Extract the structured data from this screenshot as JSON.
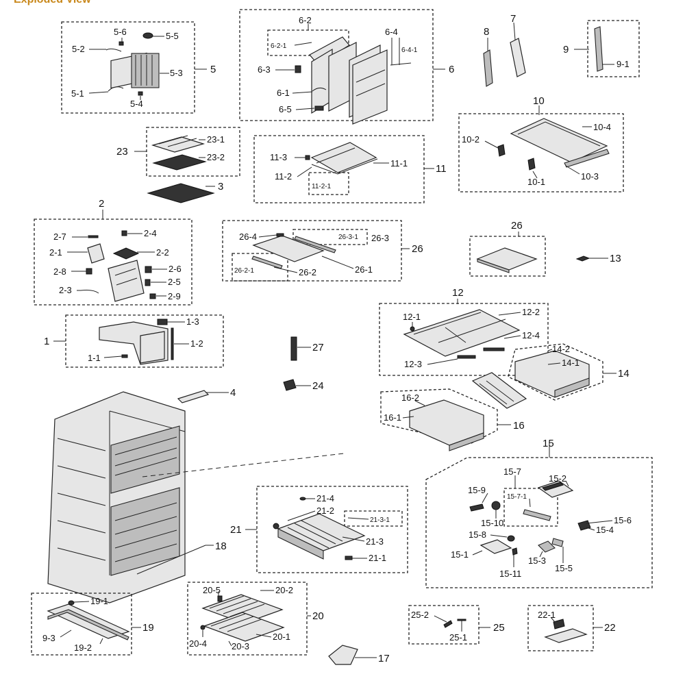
{
  "header": {
    "title": "Exploded View"
  },
  "labels": {
    "g1": "1",
    "g1_1": "1-1",
    "g1_2": "1-2",
    "g1_3": "1-3",
    "g2": "2",
    "g2_1": "2-1",
    "g2_2": "2-2",
    "g2_3": "2-3",
    "g2_4": "2-4",
    "g2_5": "2-5",
    "g2_6": "2-6",
    "g2_7": "2-7",
    "g2_8": "2-8",
    "g2_9": "2-9",
    "g3": "3",
    "g4": "4",
    "g5": "5",
    "g5_1": "5-1",
    "g5_2": "5-2",
    "g5_3": "5-3",
    "g5_4": "5-4",
    "g5_5": "5-5",
    "g5_6": "5-6",
    "g6": "6",
    "g6_1": "6-1",
    "g6_2": "6-2",
    "g6_2_1": "6-2-1",
    "g6_3": "6-3",
    "g6_4": "6-4",
    "g6_4_1": "6-4-1",
    "g6_5": "6-5",
    "g7": "7",
    "g8": "8",
    "g9": "9",
    "g9_1": "9-1",
    "g10": "10",
    "g10_1": "10-1",
    "g10_2": "10-2",
    "g10_3": "10-3",
    "g10_4": "10-4",
    "g11": "11",
    "g11_1": "11-1",
    "g11_2": "11-2",
    "g11_2_1": "11-2-1",
    "g11_3": "11-3",
    "g12": "12",
    "g12_1": "12-1",
    "g12_2": "12-2",
    "g12_3": "12-3",
    "g12_4": "12-4",
    "g13": "13",
    "g14": "14",
    "g14_1": "14-1",
    "g14_2": "14-2",
    "g15": "15",
    "g15_1": "15-1",
    "g15_2": "15-2",
    "g15_3": "15-3",
    "g15_4": "15-4",
    "g15_5": "15-5",
    "g15_6": "15-6",
    "g15_7": "15-7",
    "g15_7_1": "15-7-1",
    "g15_8": "15-8",
    "g15_9": "15-9",
    "g15_10": "15-10",
    "g15_11": "15-11",
    "g16": "16",
    "g16_1": "16-1",
    "g16_2": "16-2",
    "g17": "17",
    "g18": "18",
    "g19": "19",
    "g19_1": "19-1",
    "g19_2": "19-2",
    "g19_3": "9-3",
    "g20": "20",
    "g20_1": "20-1",
    "g20_2": "20-2",
    "g20_3": "20-3",
    "g20_4": "20-4",
    "g20_5": "20-5",
    "g21": "21",
    "g21_1": "21-1",
    "g21_2": "21-2",
    "g21_3": "21-3",
    "g21_3_1": "21-3-1",
    "g21_4": "21-4",
    "g22": "22",
    "g22_1": "22-1",
    "g23": "23",
    "g23_1": "23-1",
    "g23_2": "23-2",
    "g24": "24",
    "g25": "25",
    "g25_1": "25-1",
    "g25_2": "25-2",
    "g26": "26",
    "g26_1": "26-1",
    "g26_2": "26-2",
    "g26_2_1": "26-2-1",
    "g26_3": "26-3",
    "g26_3_1": "26-3-1",
    "g26_4": "26-4",
    "g26b": "26",
    "g27": "27"
  },
  "colors": {
    "line": "#222222",
    "title": "#c8871a",
    "part_fill": "#e6e6e6"
  }
}
